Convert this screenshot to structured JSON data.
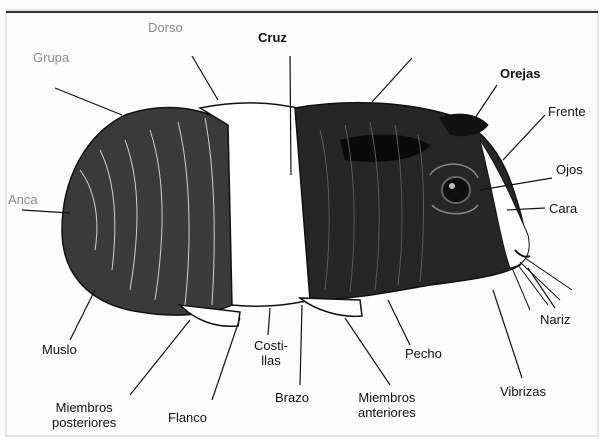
{
  "diagram": {
    "labels": {
      "grupa": "Grupa",
      "dorso": "Dorso",
      "cruz": "Cruz",
      "orejas": "Orejas",
      "frente": "Frente",
      "ojos": "Ojos",
      "cara": "Cara",
      "anca": "Anca",
      "muslo": "Muslo",
      "costillas_1": "Costi-",
      "costillas_2": "llas",
      "pecho": "Pecho",
      "nariz": "Nariz",
      "miembros_posteriores_1": "Miembros",
      "miembros_posteriores_2": "posteriores",
      "flanco": "Flanco",
      "brazo": "Brazo",
      "miembros_anteriores_1": "Miembros",
      "miembros_anteriores_2": "anteriores",
      "vibrizas": "Vibrizas"
    },
    "colors": {
      "ink": "#111111",
      "paper": "#fdfdfd",
      "fur_dark": "#1a1a1a",
      "fur_mid": "#555555"
    }
  }
}
